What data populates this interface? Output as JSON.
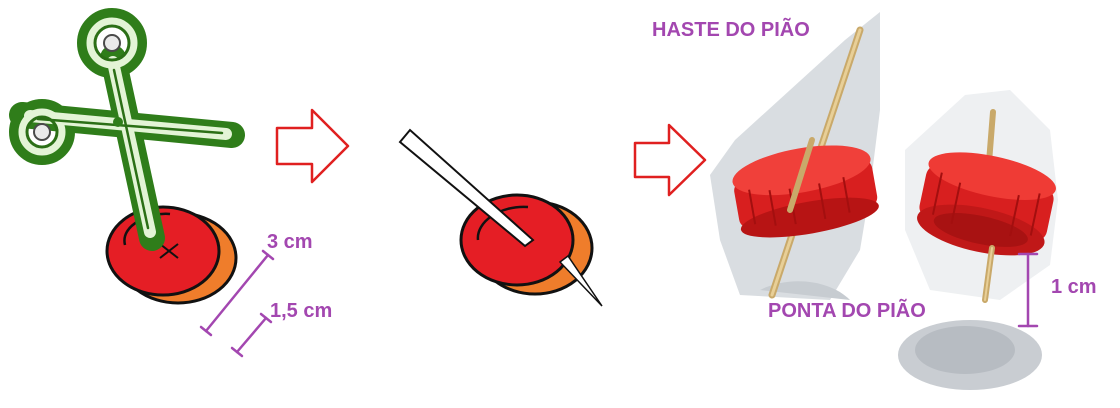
{
  "labels": {
    "cut_diameter": "3 cm",
    "hole_offset": "1,5 cm",
    "stem": "HASTE DO PIÃO",
    "tip": "PONTA DO PIÃO",
    "tip_length": "1 cm"
  },
  "icons": {
    "step1": "scissors-icon",
    "arrow": "outline-arrow-right-icon",
    "step2": "cap-with-toothpick-icon",
    "step3": "finished-spinning-top-photo"
  },
  "colors": {
    "label": "#a347b0",
    "cap_red": "#e51e25",
    "cap_orange": "#ef7d2b",
    "arrow_red": "#e02020",
    "scissors_green": "#2f7d1a"
  }
}
